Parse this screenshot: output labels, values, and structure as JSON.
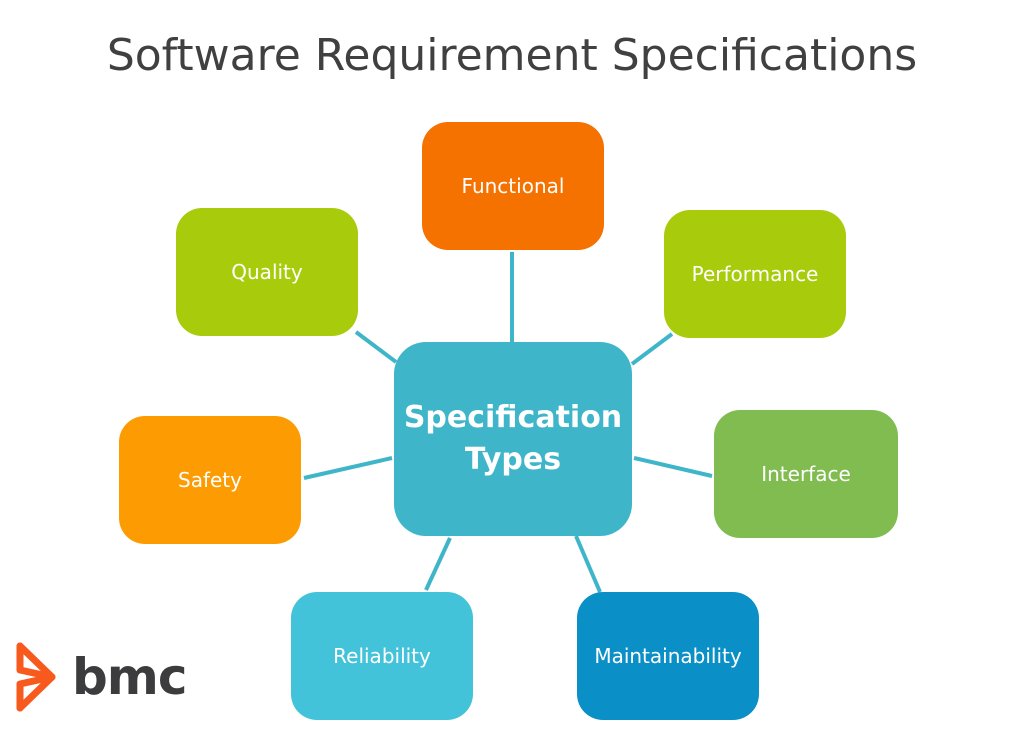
{
  "title": "Software Requirement Specifications",
  "center": {
    "line1": "Specification",
    "line2": "Types",
    "color": "#3fb5c9"
  },
  "nodes": [
    {
      "label": "Functional",
      "color": "#f57100"
    },
    {
      "label": "Performance",
      "color": "#a8cc0c"
    },
    {
      "label": "Interface",
      "color": "#80bc50"
    },
    {
      "label": "Maintainability",
      "color": "#0b8fc7"
    },
    {
      "label": "Reliability",
      "color": "#43c3d9"
    },
    {
      "label": "Safety",
      "color": "#fd9b03"
    },
    {
      "label": "Quality",
      "color": "#a8cc0c"
    }
  ],
  "connector_color": "#3fb5c9",
  "logo": {
    "text": "bmc",
    "mark_color": "#f85a1e"
  }
}
